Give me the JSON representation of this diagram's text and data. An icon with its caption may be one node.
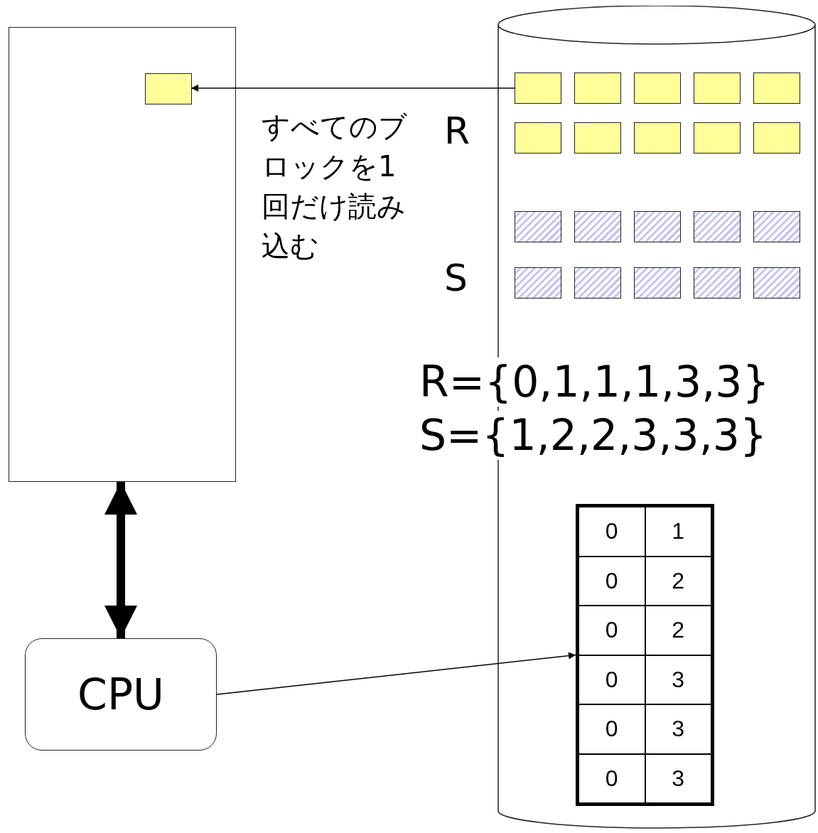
{
  "diagram": {
    "nodes": [
      {
        "text": [],
        "shape": "box"
      },
      {
        "text": [],
        "shape": "box",
        "in": 0
      },
      {
        "text": [],
        "shape": "cylinder"
      },
      {
        "text": [],
        "shape": "box",
        "in": 2
      },
      {
        "text": [],
        "shape": "box",
        "in": 2
      },
      {
        "text": [],
        "shape": "box",
        "in": 2
      },
      {
        "text": [],
        "shape": "box",
        "in": 2
      },
      {
        "text": [],
        "shape": "box",
        "in": 2
      },
      {
        "text": [],
        "shape": "box",
        "in": 2
      },
      {
        "text": [],
        "shape": "box",
        "in": 2
      },
      {
        "text": [],
        "shape": "box",
        "in": 2
      },
      {
        "text": [],
        "shape": "box",
        "in": 2
      },
      {
        "text": [],
        "shape": "box",
        "in": 2
      },
      {
        "text": [],
        "shape": "box",
        "in": 2
      },
      {
        "text": [],
        "shape": "box",
        "in": 2
      },
      {
        "text": [],
        "shape": "box",
        "in": 2
      },
      {
        "text": [],
        "shape": "box",
        "in": 2
      },
      {
        "text": [],
        "shape": "box",
        "in": 2
      },
      {
        "text": [],
        "shape": "box",
        "in": 2
      },
      {
        "text": [],
        "shape": "box",
        "in": 2
      },
      {
        "text": [],
        "shape": "box",
        "in": 2
      },
      {
        "text": [],
        "shape": "box",
        "in": 2
      },
      {
        "text": [],
        "shape": "box",
        "in": 2
      },
      {
        "text": [
          "CPU"
        ]
      },
      {
        "text": [],
        "shape": "box",
        "in": 2
      }
    ],
    "edges": [
      {
        "from": 3,
        "to": 1,
        "arrow": "to"
      },
      {
        "from": 0,
        "to": 23,
        "arrow": "both",
        "style": "thick"
      },
      {
        "from": 23,
        "to": 24,
        "arrow": "to"
      }
    ],
    "labels": [
      "すべてのブロックを1回だけ読み込む",
      "R",
      "S",
      "R={0,1,1,1,3,3}",
      "S={1,2,2,3,3,3}",
      "0",
      "1",
      "0",
      "2",
      "0",
      "2",
      "0",
      "3",
      "0",
      "3",
      "0",
      "3"
    ]
  }
}
